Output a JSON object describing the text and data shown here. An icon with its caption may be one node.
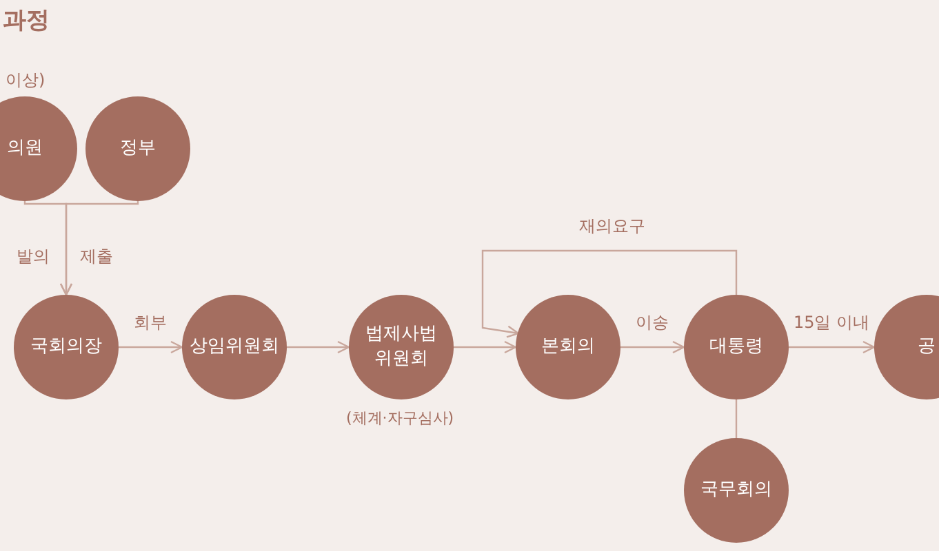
{
  "diagram": {
    "title": "과정",
    "nodes": [
      {
        "text": [
          "의원"
        ]
      },
      {
        "text": [
          "정부"
        ]
      },
      {
        "text": [
          "국회의장"
        ]
      },
      {
        "text": [
          "상임위원회"
        ]
      },
      {
        "text": [
          "법제사법 위원회"
        ],
        "beside": [
          "(체계·자구심사)"
        ]
      },
      {
        "text": [
          "본회의"
        ]
      },
      {
        "text": [
          "대통령"
        ]
      },
      {
        "text": [
          "공"
        ]
      },
      {
        "text": [
          "국무회의"
        ]
      }
    ],
    "edges": [
      {
        "from": 0,
        "to": 2,
        "arrow": "to",
        "label": "발의"
      },
      {
        "from": 1,
        "to": 2,
        "arrow": "to",
        "label": "제출"
      },
      {
        "from": 2,
        "to": 3,
        "arrow": "to",
        "label": "회부"
      },
      {
        "from": 3,
        "to": 4,
        "arrow": "to"
      },
      {
        "from": 4,
        "to": 5,
        "arrow": "to"
      },
      {
        "from": 5,
        "to": 6,
        "arrow": "to",
        "label": "이송"
      },
      {
        "from": 6,
        "to": 5,
        "arrow": "to",
        "label": "재의요구"
      },
      {
        "from": 6,
        "to": 7,
        "arrow": "to",
        "label": "15일 이내"
      },
      {
        "from": 6,
        "to": 8,
        "arrow": "none"
      }
    ],
    "labels": [
      "이상)"
    ]
  }
}
